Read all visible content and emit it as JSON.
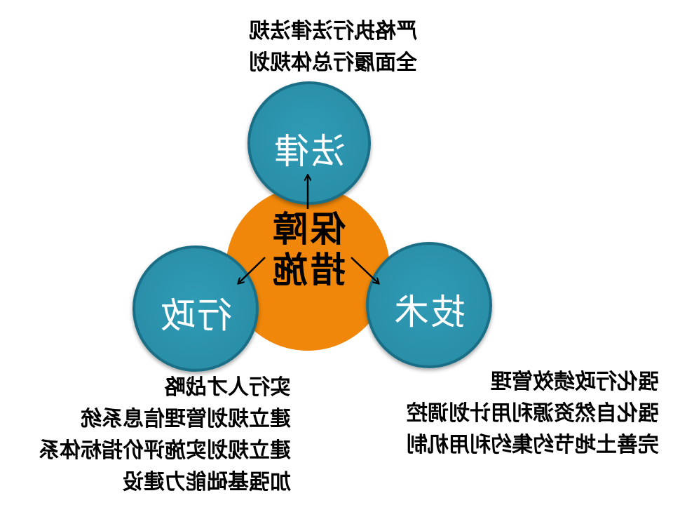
{
  "center": {
    "line1": "保障",
    "line2": "措施"
  },
  "nodes": {
    "law": {
      "label": "法律",
      "items": [
        "严格执行法律法规",
        "全面履行总体规划"
      ]
    },
    "tech": {
      "label": "技术",
      "items": [
        "实行人才战略",
        "建立规划管理信息系统",
        "建立规划实施评价指标体系",
        "加强基础能力建设"
      ]
    },
    "admin": {
      "label": "行政",
      "items": [
        "强化行政绩效管理",
        "强化自然资源利用计划调控",
        "完善土地节约集约利用机制"
      ]
    }
  },
  "colors": {
    "center": "#f0870a",
    "node": "#2a8fa9",
    "node_border": "#1a6f86"
  }
}
